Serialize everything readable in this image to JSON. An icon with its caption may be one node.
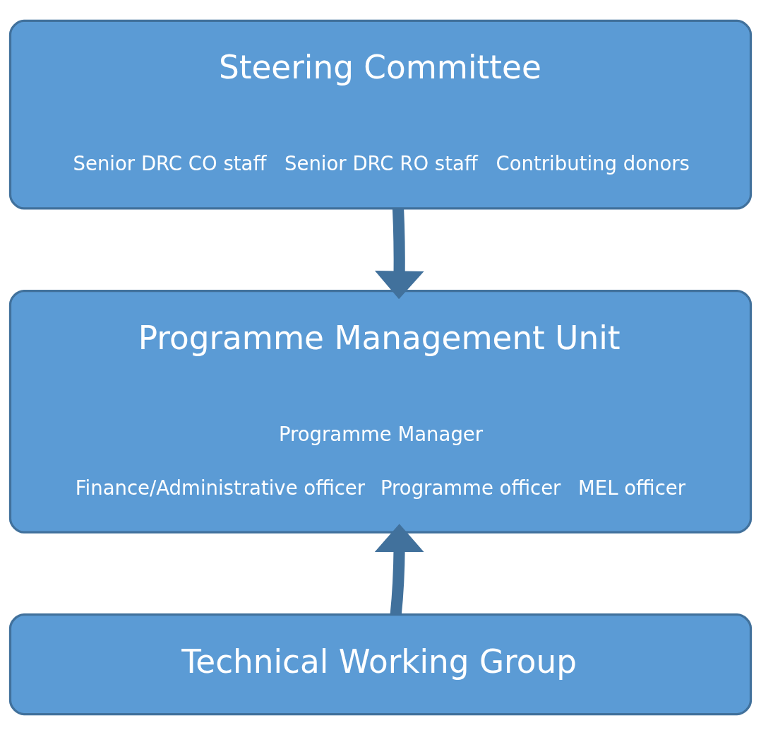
{
  "diagram": {
    "nodes": [
      {
        "text": [
          "Steering Committee",
          "Senior DRC CO staff",
          "Senior DRC RO staff",
          "Contributing donors"
        ]
      },
      {
        "text": [
          "Programme Management Unit",
          "Programme Manager",
          "Finance/Administrative officer",
          "Programme officer",
          "MEL officer"
        ]
      },
      {
        "text": [
          "Technical Working Group"
        ]
      }
    ],
    "edges": [
      {
        "from": 0,
        "to": 1,
        "arrow": "to"
      },
      {
        "from": 2,
        "to": 1,
        "arrow": "to"
      }
    ]
  }
}
